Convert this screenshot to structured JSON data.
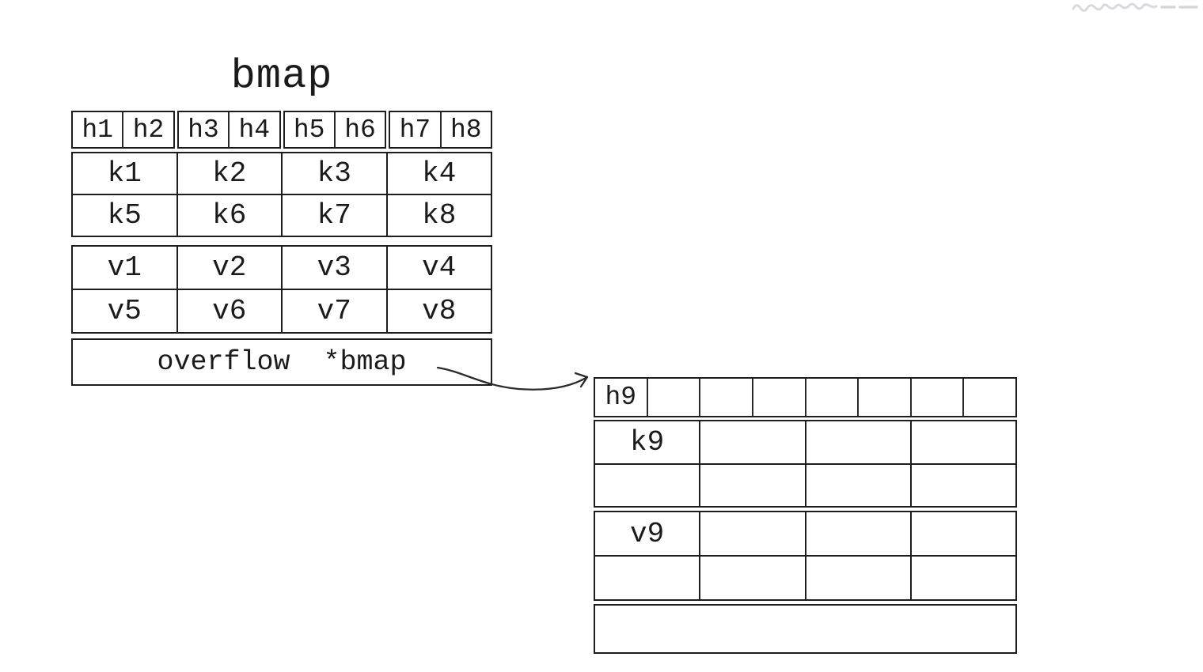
{
  "bucket1": {
    "title": "bmap",
    "tophash": [
      "h1",
      "h2",
      "h3",
      "h4",
      "h5",
      "h6",
      "h7",
      "h8"
    ],
    "keys": [
      [
        "k1",
        "k2",
        "k3",
        "k4"
      ],
      [
        "k5",
        "k6",
        "k7",
        "k8"
      ]
    ],
    "values": [
      [
        "v1",
        "v2",
        "v3",
        "v4"
      ],
      [
        "v5",
        "v6",
        "v7",
        "v8"
      ]
    ],
    "overflow_label": "overflow  *bmap"
  },
  "bucket2": {
    "tophash": [
      "h9",
      "",
      "",
      "",
      "",
      "",
      "",
      ""
    ],
    "keys": [
      [
        "k9",
        "",
        "",
        ""
      ],
      [
        "",
        "",
        "",
        ""
      ]
    ],
    "values": [
      [
        "v9",
        "",
        "",
        ""
      ],
      [
        "",
        "",
        "",
        ""
      ]
    ],
    "overflow_label": ""
  },
  "colors": {
    "line": "#1d1d1d",
    "text": "#1b1b1b",
    "arrow": "#2b2b2b",
    "background": "#ffffff",
    "watermark": "#d3d7dd"
  }
}
